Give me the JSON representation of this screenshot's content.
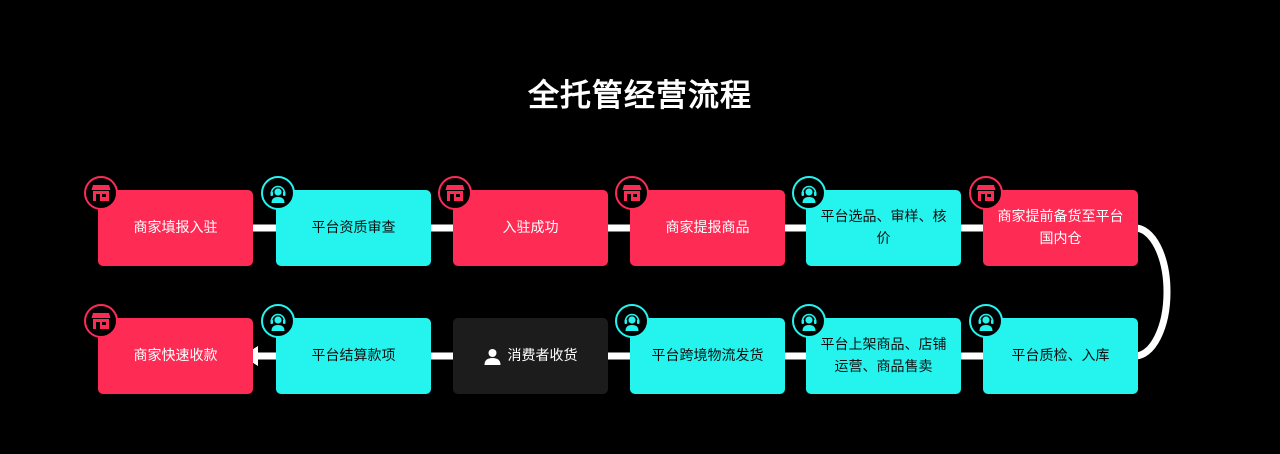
{
  "title": "全托管经营流程",
  "colors": {
    "red": "#fe2b55",
    "cyan": "#25f4ee",
    "dark": "#1c1c1c",
    "connector": "#ffffff"
  },
  "steps": [
    {
      "label": "商家填报入驻",
      "role": "merchant",
      "icon": "shop-icon"
    },
    {
      "label": "平台资质审查",
      "role": "platform",
      "icon": "agent-icon"
    },
    {
      "label": "入驻成功",
      "role": "merchant",
      "icon": "shop-icon"
    },
    {
      "label": "商家提报商品",
      "role": "merchant",
      "icon": "shop-icon"
    },
    {
      "label": "平台选品、审样、核价",
      "role": "platform",
      "icon": "agent-icon"
    },
    {
      "label": "商家提前备货至平台国内仓",
      "role": "merchant",
      "icon": "shop-icon"
    },
    {
      "label": "平台质检、入库",
      "role": "platform",
      "icon": "agent-icon"
    },
    {
      "label": "平台上架商品、店铺运营、商品售卖",
      "role": "platform",
      "icon": "agent-icon"
    },
    {
      "label": "平台跨境物流发货",
      "role": "platform",
      "icon": "agent-icon"
    },
    {
      "label": "消费者收货",
      "role": "consumer",
      "icon": "person-icon"
    },
    {
      "label": "平台结算款项",
      "role": "platform",
      "icon": "agent-icon"
    },
    {
      "label": "商家快速收款",
      "role": "merchant",
      "icon": "shop-icon"
    }
  ]
}
